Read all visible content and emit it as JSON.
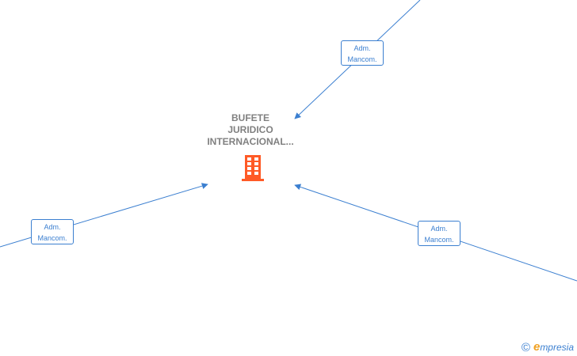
{
  "company": {
    "name_lines": [
      "BUFETE",
      "JURIDICO",
      "INTERNACIONAL..."
    ],
    "icon": "building-icon",
    "icon_color": "#ff5a26"
  },
  "relations": [
    {
      "label_lines": [
        "Adm.",
        "Mancom."
      ]
    },
    {
      "label_lines": [
        "Adm.",
        "Mancom."
      ]
    },
    {
      "label_lines": [
        "Adm.",
        "Mancom."
      ]
    }
  ],
  "colors": {
    "edge": "#3b7fd0",
    "label_text": "#808080"
  },
  "watermark": {
    "symbol": "©",
    "brand_first": "e",
    "brand_rest": "mpresia"
  }
}
